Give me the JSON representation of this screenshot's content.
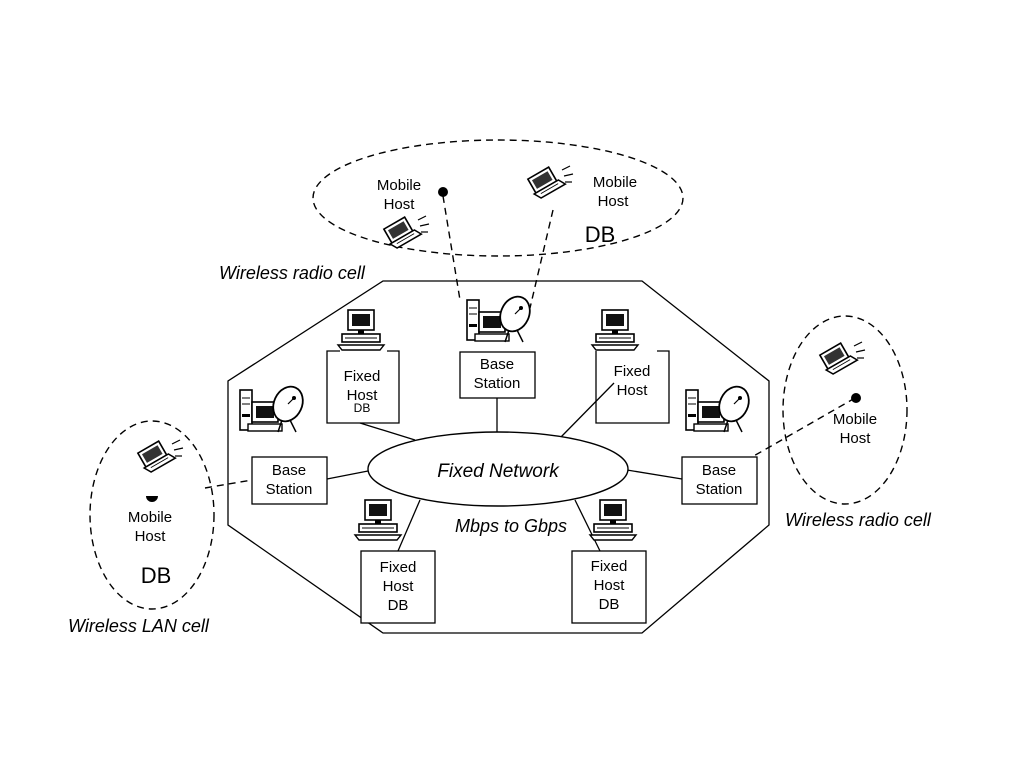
{
  "fixed_network": {
    "label": "Fixed Network",
    "speed": "Mbps to Gbps"
  },
  "cells": {
    "top": {
      "caption": "Wireless radio cell",
      "host_a": [
        "Mobile",
        "Host"
      ],
      "host_b": [
        "Mobile",
        "Host"
      ],
      "db": "DB"
    },
    "right": {
      "caption": "Wireless radio cell",
      "host": [
        "Mobile",
        "Host"
      ]
    },
    "left": {
      "caption": "Wireless LAN cell",
      "host": [
        "Mobile",
        "Host"
      ],
      "db": "DB"
    }
  },
  "nodes": {
    "base_top": [
      "Base",
      "Station"
    ],
    "base_left": [
      "Base",
      "Station"
    ],
    "base_right": [
      "Base",
      "Station"
    ],
    "fixed_upper_left": {
      "lines": [
        "Fixed",
        "Host"
      ],
      "db": "DB"
    },
    "fixed_upper_right": {
      "lines": [
        "Fixed",
        "Host"
      ]
    },
    "fixed_lower_left": {
      "lines": [
        "Fixed",
        "Host",
        "DB"
      ]
    },
    "fixed_lower_right": {
      "lines": [
        "Fixed",
        "Host",
        "DB"
      ]
    }
  },
  "icons": [
    "laptop-icon",
    "desktop-computer-icon",
    "satellite-dish-icon"
  ]
}
